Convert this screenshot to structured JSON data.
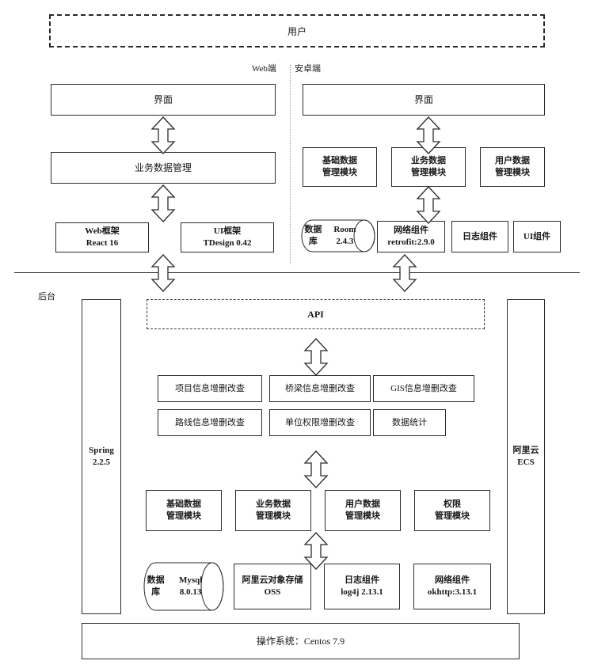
{
  "diagram": {
    "title_user_band": "用户",
    "client_labels": {
      "web": "Web端",
      "android": "安卓端"
    },
    "backend_label": "后台",
    "web": {
      "ui_box": "界面",
      "service_box": "业务数据管理",
      "frameworks": [
        {
          "line1": "Web框架",
          "line2": "React 16"
        },
        {
          "line1": "UI框架",
          "line2": "TDesign 0.42"
        }
      ]
    },
    "android": {
      "ui_box": "界面",
      "modules": [
        {
          "line1": "基础数据",
          "line2": "管理模块"
        },
        {
          "line1": "业务数据",
          "line2": "管理模块"
        },
        {
          "line1": "用户数据",
          "line2": "管理模块"
        }
      ],
      "components": [
        {
          "type": "cylinder",
          "line1": "数据库",
          "line2": "Room 2.4.3"
        },
        {
          "type": "rect",
          "line1": "网络组件",
          "line2": "retrofit:2.9.0"
        },
        {
          "type": "rect",
          "line1": "日志组件",
          "line2": ""
        },
        {
          "type": "rect",
          "line1": "UI组件",
          "line2": ""
        }
      ]
    },
    "backend": {
      "api_box": "API",
      "left_column": {
        "line1": "Spring",
        "line2": "2.2.5"
      },
      "right_column": {
        "line1": "阿里云",
        "line2": "ECS"
      },
      "features": [
        "项目信息增删改查",
        "桥梁信息增删改查",
        "GIS信息增删改查",
        "路线信息增删改查",
        "单位权限增删改查",
        "数据统计"
      ],
      "modules": [
        {
          "line1": "基础数据",
          "line2": "管理模块"
        },
        {
          "line1": "业务数据",
          "line2": "管理模块"
        },
        {
          "line1": "用户数据",
          "line2": "管理模块"
        },
        {
          "line1": "权限",
          "line2": "管理模块"
        }
      ],
      "components": [
        {
          "type": "cylinder",
          "line1": "数据库",
          "line2": "Mysql 8.0.13"
        },
        {
          "type": "rect",
          "line1": "阿里云对象存储",
          "line2": "OSS"
        },
        {
          "type": "rect",
          "line1": "日志组件",
          "line2": "log4j 2.13.1"
        },
        {
          "type": "rect",
          "line1": "网络组件",
          "line2": "okhttp:3.13.1"
        }
      ],
      "os_box": "操作系统：Centos 7.9"
    }
  }
}
